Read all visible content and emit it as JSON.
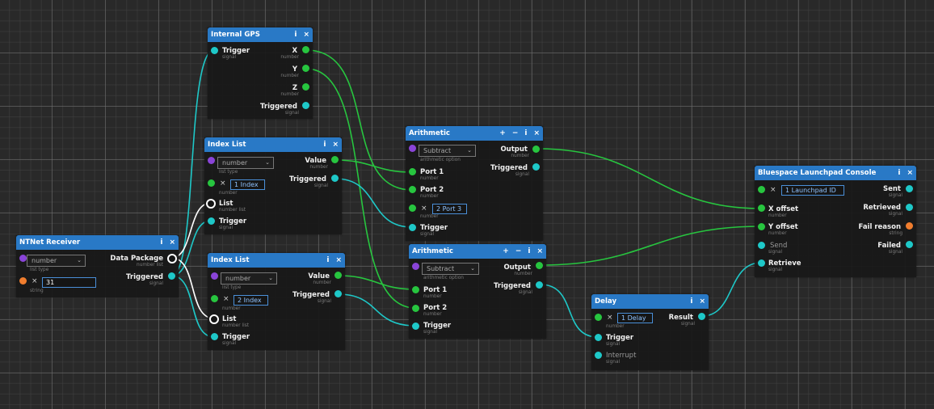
{
  "colors": {
    "header": "#2979c6",
    "port_number": "#27c53f",
    "port_signal": "#1ec8c8",
    "port_list_type": "#8a44d8",
    "port_string": "#f07d2e",
    "port_list": "#ffffff"
  },
  "header_buttons": {
    "info": "i",
    "close": "×",
    "add": "+",
    "remove": "−"
  },
  "remove_icon": "×",
  "dropdown_chevron": "⌄",
  "nodes": {
    "gps": {
      "title": "Internal GPS",
      "trigger": "Trigger",
      "trigger_type": "signal",
      "x": "X",
      "y": "Y",
      "z": "Z",
      "number": "number",
      "triggered": "Triggered",
      "triggered_type": "signal"
    },
    "idx1": {
      "title": "Index List",
      "list_type_value": "number",
      "list_type": "list type",
      "index_value": "1 Index",
      "index_type": "number",
      "list": "List",
      "list_sub": "number list",
      "trigger": "Trigger",
      "trigger_type": "signal",
      "value": "Value",
      "value_type": "number",
      "triggered": "Triggered",
      "triggered_type": "signal"
    },
    "idx2": {
      "title": "Index List",
      "list_type_value": "number",
      "list_type": "list type",
      "index_value": "2 Index",
      "index_type": "number",
      "list": "List",
      "list_sub": "number list",
      "trigger": "Trigger",
      "trigger_type": "signal",
      "value": "Value",
      "value_type": "number",
      "triggered": "Triggered",
      "triggered_type": "signal"
    },
    "ntnet": {
      "title": "NTNet Receiver",
      "list_type_value": "number",
      "list_type": "list type",
      "string_value": "31",
      "string_type": "string",
      "data_package": "Data Package",
      "data_package_type": "number list",
      "triggered": "Triggered",
      "triggered_type": "signal"
    },
    "arith1": {
      "title": "Arithmetic",
      "op": "Subtract",
      "op_type": "arithmetic option",
      "port1": "Port 1",
      "port2": "Port 2",
      "port_type": "number",
      "port3": "2 Port 3",
      "trigger": "Trigger",
      "trigger_type": "signal",
      "output": "Output",
      "output_type": "number",
      "triggered": "Triggered",
      "triggered_type": "signal"
    },
    "arith2": {
      "title": "Arithmetic",
      "op": "Subtract",
      "op_type": "arithmetic option",
      "port1": "Port 1",
      "port2": "Port 2",
      "port_type": "number",
      "trigger": "Trigger",
      "trigger_type": "signal",
      "output": "Output",
      "output_type": "number",
      "triggered": "Triggered",
      "triggered_type": "signal"
    },
    "delay": {
      "title": "Delay",
      "delay_value": "1 Delay",
      "delay_type": "number",
      "trigger": "Trigger",
      "trigger_type": "signal",
      "interrupt": "Interrupt",
      "interrupt_type": "signal",
      "result": "Result",
      "result_type": "signal"
    },
    "bs": {
      "title": "Bluespace Launchpad Console",
      "id_value": "1 Launchpad ID",
      "x_offset": "X offset",
      "y_offset": "Y offset",
      "offset_type": "number",
      "send": "Send",
      "send_type": "signal",
      "retrieve": "Retrieve",
      "retrieve_type": "signal",
      "sent": "Sent",
      "retrieved": "Retrieved",
      "fail_reason": "Fail reason",
      "fail_type": "string",
      "failed": "Failed",
      "signal": "signal"
    }
  }
}
